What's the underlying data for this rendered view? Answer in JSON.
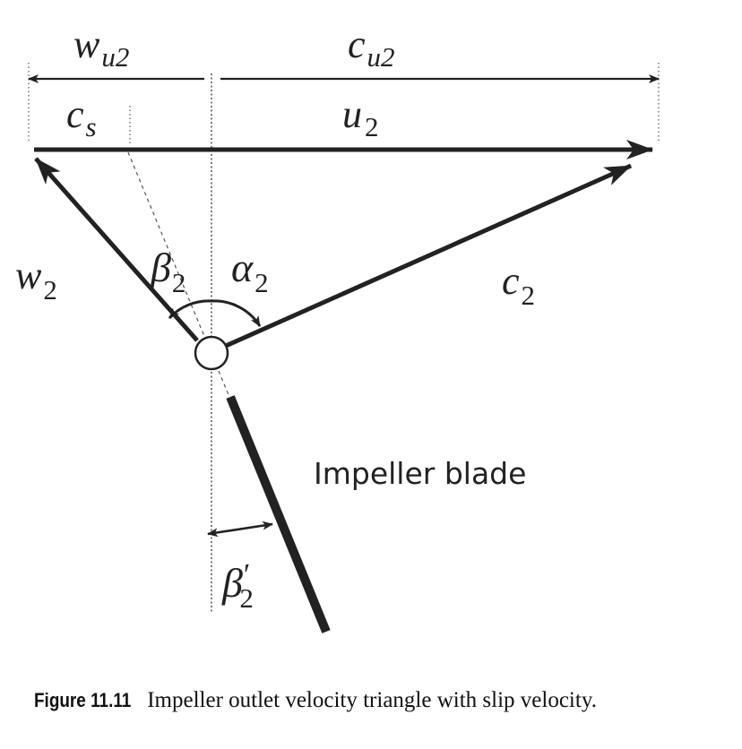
{
  "diagram": {
    "labels": {
      "wu2": {
        "main": "w",
        "sub": "u2"
      },
      "cu2": {
        "main": "c",
        "sub": "u2"
      },
      "cs": {
        "main": "c",
        "sub": "s"
      },
      "u2": {
        "main": "u",
        "sub": "2"
      },
      "w2": {
        "main": "w",
        "sub": "2"
      },
      "beta2": {
        "main": "β",
        "sub": "2"
      },
      "alpha2": {
        "main": "α",
        "sub": "2"
      },
      "c2": {
        "main": "c",
        "sub": "2"
      },
      "beta2_prime": {
        "main": "β",
        "prime": "′",
        "sub": "2"
      },
      "impeller_blade": "Impeller blade"
    },
    "colors": {
      "ink": "#222222",
      "background": "#ffffff"
    }
  },
  "caption": {
    "figure_label": "Figure 11.11",
    "text": "Impeller outlet velocity triangle with slip velocity."
  }
}
